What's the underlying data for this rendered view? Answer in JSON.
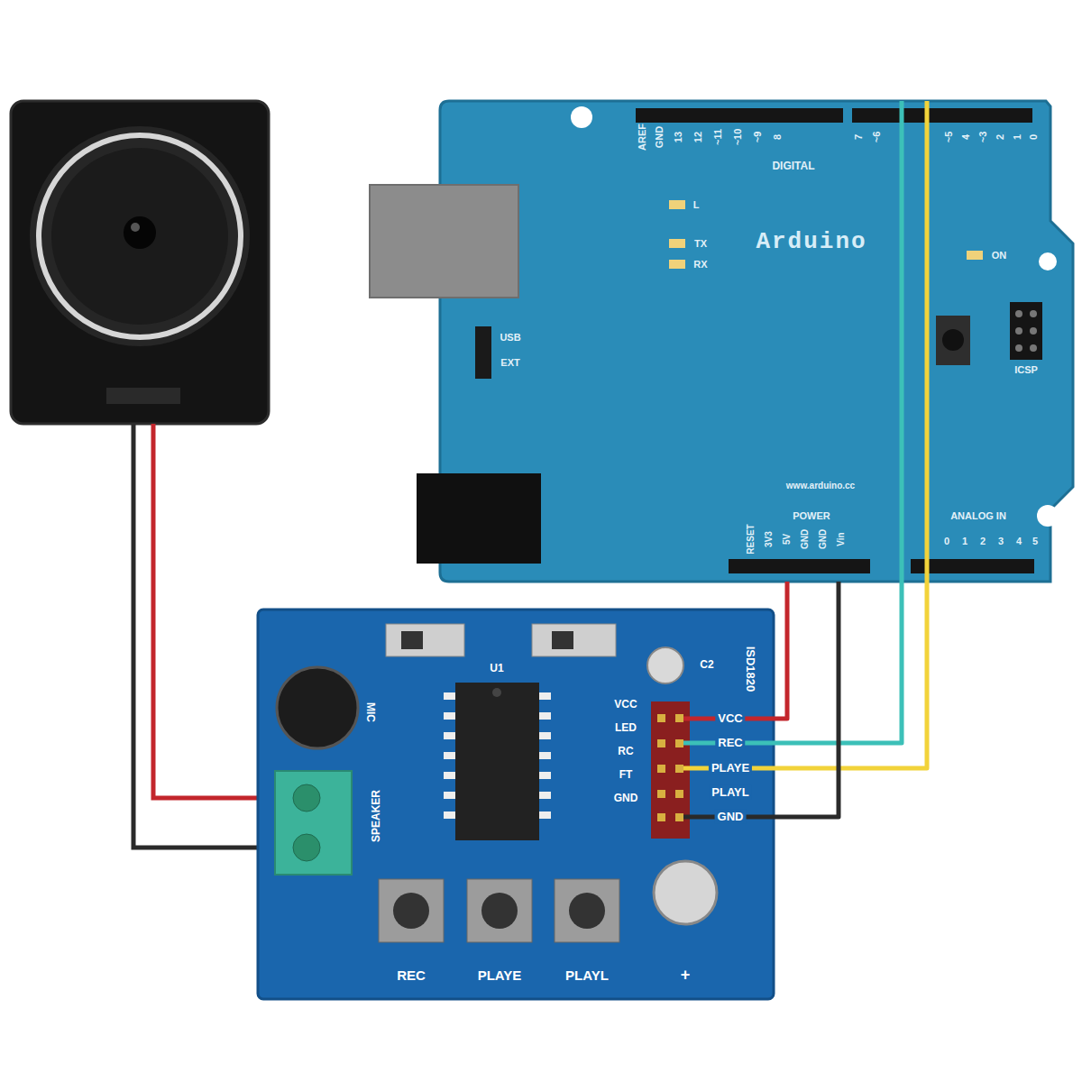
{
  "diagram": {
    "nodes": [
      {
        "text": [
          "Arduino"
        ]
      },
      {
        "text": [
          "ISD1820"
        ]
      }
    ],
    "edges": [
      {
        "from": 0,
        "to": 1,
        "arrow": "none"
      },
      {
        "from": 0,
        "to": 1,
        "arrow": "none"
      },
      {
        "from": 0,
        "to": 1,
        "arrow": "none"
      },
      {
        "from": 0,
        "to": 1,
        "arrow": "none"
      }
    ],
    "labels": [
      "AREF",
      "GND",
      "13",
      "12",
      "~11",
      "~10",
      "~9",
      "8",
      "7",
      "~6",
      "~5",
      "4",
      "~3",
      "2",
      "1",
      "0",
      "DIGITAL",
      "L",
      "TX",
      "RX",
      "ON",
      "USB",
      "EXT",
      "ICSP",
      "www.arduino.cc",
      "POWER",
      "ANALOG IN",
      "RESET",
      "3V3",
      "5V",
      "GND",
      "GND",
      "Vin",
      "0",
      "1",
      "2",
      "3",
      "4",
      "5",
      "MIC",
      "SPEAKER",
      "U1",
      "C2",
      "VCC",
      "LED",
      "RC",
      "FT",
      "GND",
      "VCC",
      "REC",
      "PLAYE",
      "PLAYL",
      "GND",
      "REC",
      "PLAYE",
      "PLAYL",
      "+"
    ]
  }
}
